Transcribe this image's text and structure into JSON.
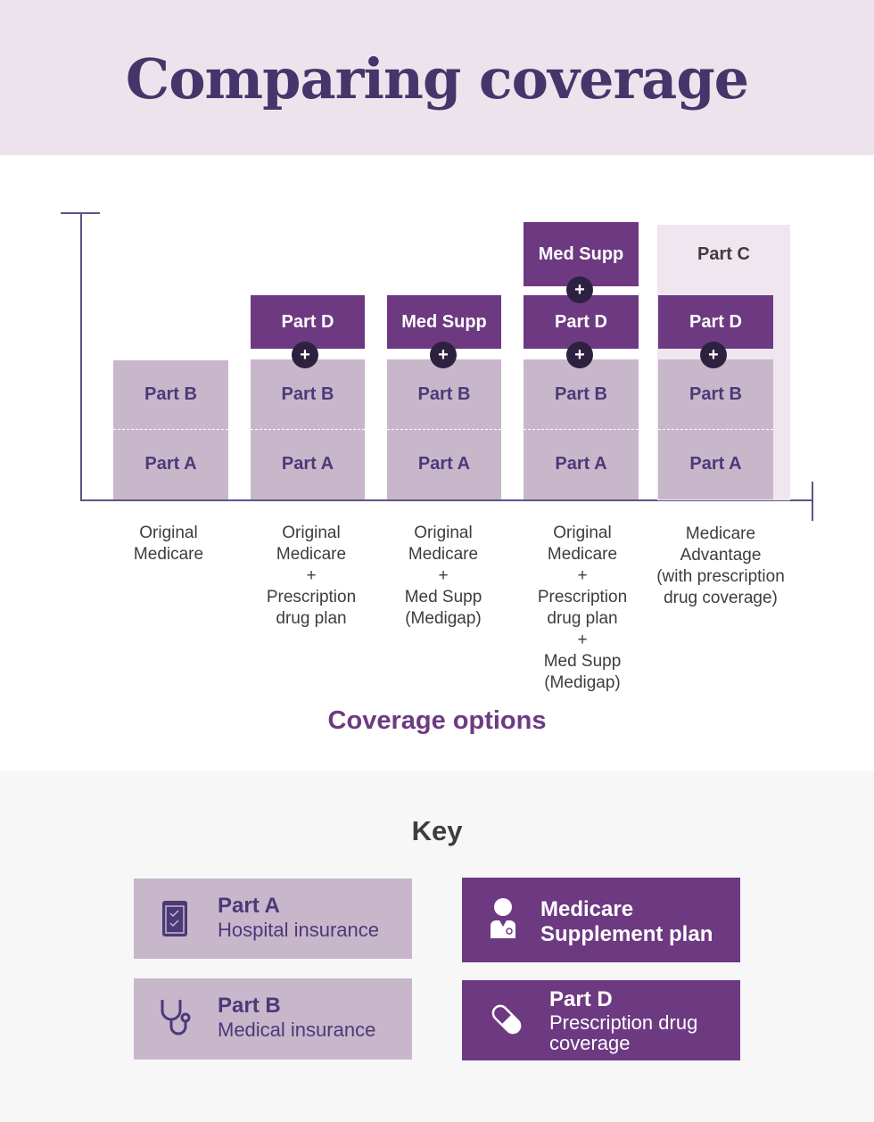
{
  "header": {
    "title": "Comparing coverage"
  },
  "chart": {
    "x_axis_title": "Coverage options",
    "plus_symbol": "+",
    "columns": [
      {
        "label_lines": [
          "Original",
          "Medicare"
        ],
        "blocks": {
          "part_a": "Part A",
          "part_b": "Part B"
        }
      },
      {
        "label_lines": [
          "Original",
          "Medicare",
          "+",
          "Prescription",
          "drug plan"
        ],
        "blocks": {
          "part_a": "Part A",
          "part_b": "Part B",
          "top": "Part D"
        }
      },
      {
        "label_lines": [
          "Original",
          "Medicare",
          "+",
          "Med Supp",
          "(Medigap)"
        ],
        "blocks": {
          "part_a": "Part A",
          "part_b": "Part B",
          "top": "Med Supp"
        }
      },
      {
        "label_lines": [
          "Original",
          "Medicare",
          "+",
          "Prescription",
          "drug plan",
          "+",
          "Med Supp",
          "(Medigap)"
        ],
        "blocks": {
          "part_a": "Part A",
          "part_b": "Part B",
          "middle": "Part D",
          "top": "Med Supp"
        }
      },
      {
        "label_lines": [
          "Medicare",
          "Advantage",
          "(with prescription",
          "drug coverage)"
        ],
        "blocks": {
          "part_a": "Part A",
          "part_b": "Part B",
          "top": "Part D",
          "wrapper": "Part C"
        }
      }
    ]
  },
  "key": {
    "title": "Key",
    "items": {
      "part_a": {
        "name": "Part A",
        "desc": "Hospital insurance",
        "icon": "clipboard-icon"
      },
      "part_b": {
        "name": "Part B",
        "desc": "Medical insurance",
        "icon": "stethoscope-icon"
      },
      "med_supp": {
        "name_line1": "Medicare",
        "name_line2": "Supplement plan",
        "icon": "doctor-icon"
      },
      "part_d": {
        "name": "Part D",
        "desc_line1": "Prescription drug",
        "desc_line2": "coverage",
        "icon": "pill-icon"
      }
    }
  },
  "colors": {
    "header_bg": "#ede3ec",
    "title": "#45356a",
    "light_block": "#c8b6cb",
    "dark_block": "#6d3a82",
    "part_c_bg": "#efe6ef",
    "plus_circle": "#2d2140",
    "key_bg": "#f7f7f7"
  }
}
